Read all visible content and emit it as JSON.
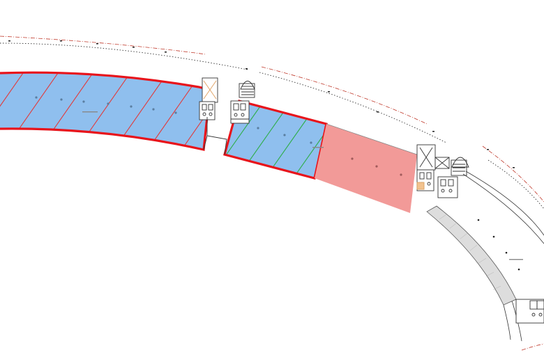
{
  "plan": {
    "colors": {
      "background": "#ffffff",
      "let_blue_fill": "#8fbfee",
      "let_red_fill": "#f29a98",
      "boundary_red": "#e8141b",
      "hatch_red": "#e23a3a",
      "hatch_green": "#2fae4a",
      "line_dark": "#333333",
      "line_grey": "#888888",
      "walkway_fill": "#dddddd",
      "site_boundary": "#c0392b"
    },
    "units": [
      {
        "id": "unit-1",
        "status": "let",
        "fill": "#8fbfee",
        "hatch": "red-diagonal"
      },
      {
        "id": "unit-2",
        "status": "let",
        "fill": "#8fbfee",
        "hatch": "green-diagonal"
      },
      {
        "id": "unit-3",
        "status": "available",
        "fill": "#f29a98",
        "hatch": "none"
      }
    ],
    "cores": [
      {
        "id": "core-a",
        "contains": [
          "stair-icon",
          "wc-icon",
          "lift-icon"
        ]
      },
      {
        "id": "core-b",
        "contains": [
          "stair-icon",
          "wc-icon",
          "lift-icon"
        ]
      },
      {
        "id": "core-c",
        "contains": [
          "wc-icon"
        ]
      }
    ],
    "icons": [
      "stair-icon",
      "wc-icon",
      "lift-icon",
      "column-marker-icon"
    ]
  }
}
